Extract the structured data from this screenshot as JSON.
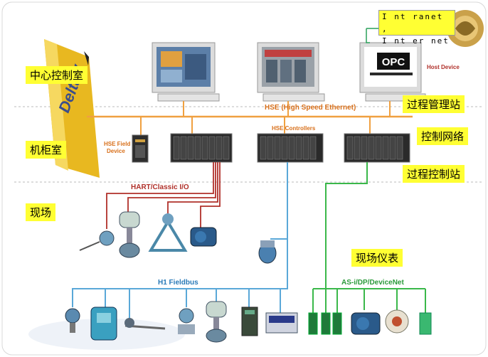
{
  "intranet": {
    "line1": "I nt ranet ,",
    "line2": "I nt er net"
  },
  "zones": {
    "control_room": "中心控制室",
    "cabinet_room": "机柜室",
    "field": "现场"
  },
  "stations": {
    "process_management": "过程管理站",
    "control_network": "控制网络",
    "process_control": "过程控制站",
    "field_instruments": "现场仪表"
  },
  "network_labels": {
    "hse": "HSE (High Speed Ethernet)",
    "hse_controllers": "HSE Controllers",
    "hse_field_device_1": "HSE Field",
    "hse_field_device_2": "Device",
    "host_device": "Host Device",
    "hart": "HART/Classic I/O",
    "h1": "H1 Fieldbus",
    "asi": "AS-i/DP/DeviceNet"
  },
  "logo_text": "DeltaV",
  "opc_text": "OPC",
  "colors": {
    "hse_bus": "#f0a040",
    "hart_wire": "#b0302a",
    "h1_bus": "#5aa8d8",
    "asi_bus": "#3ab84a",
    "label_yellow": "#ffff33",
    "orange_text": "#d8701b"
  }
}
